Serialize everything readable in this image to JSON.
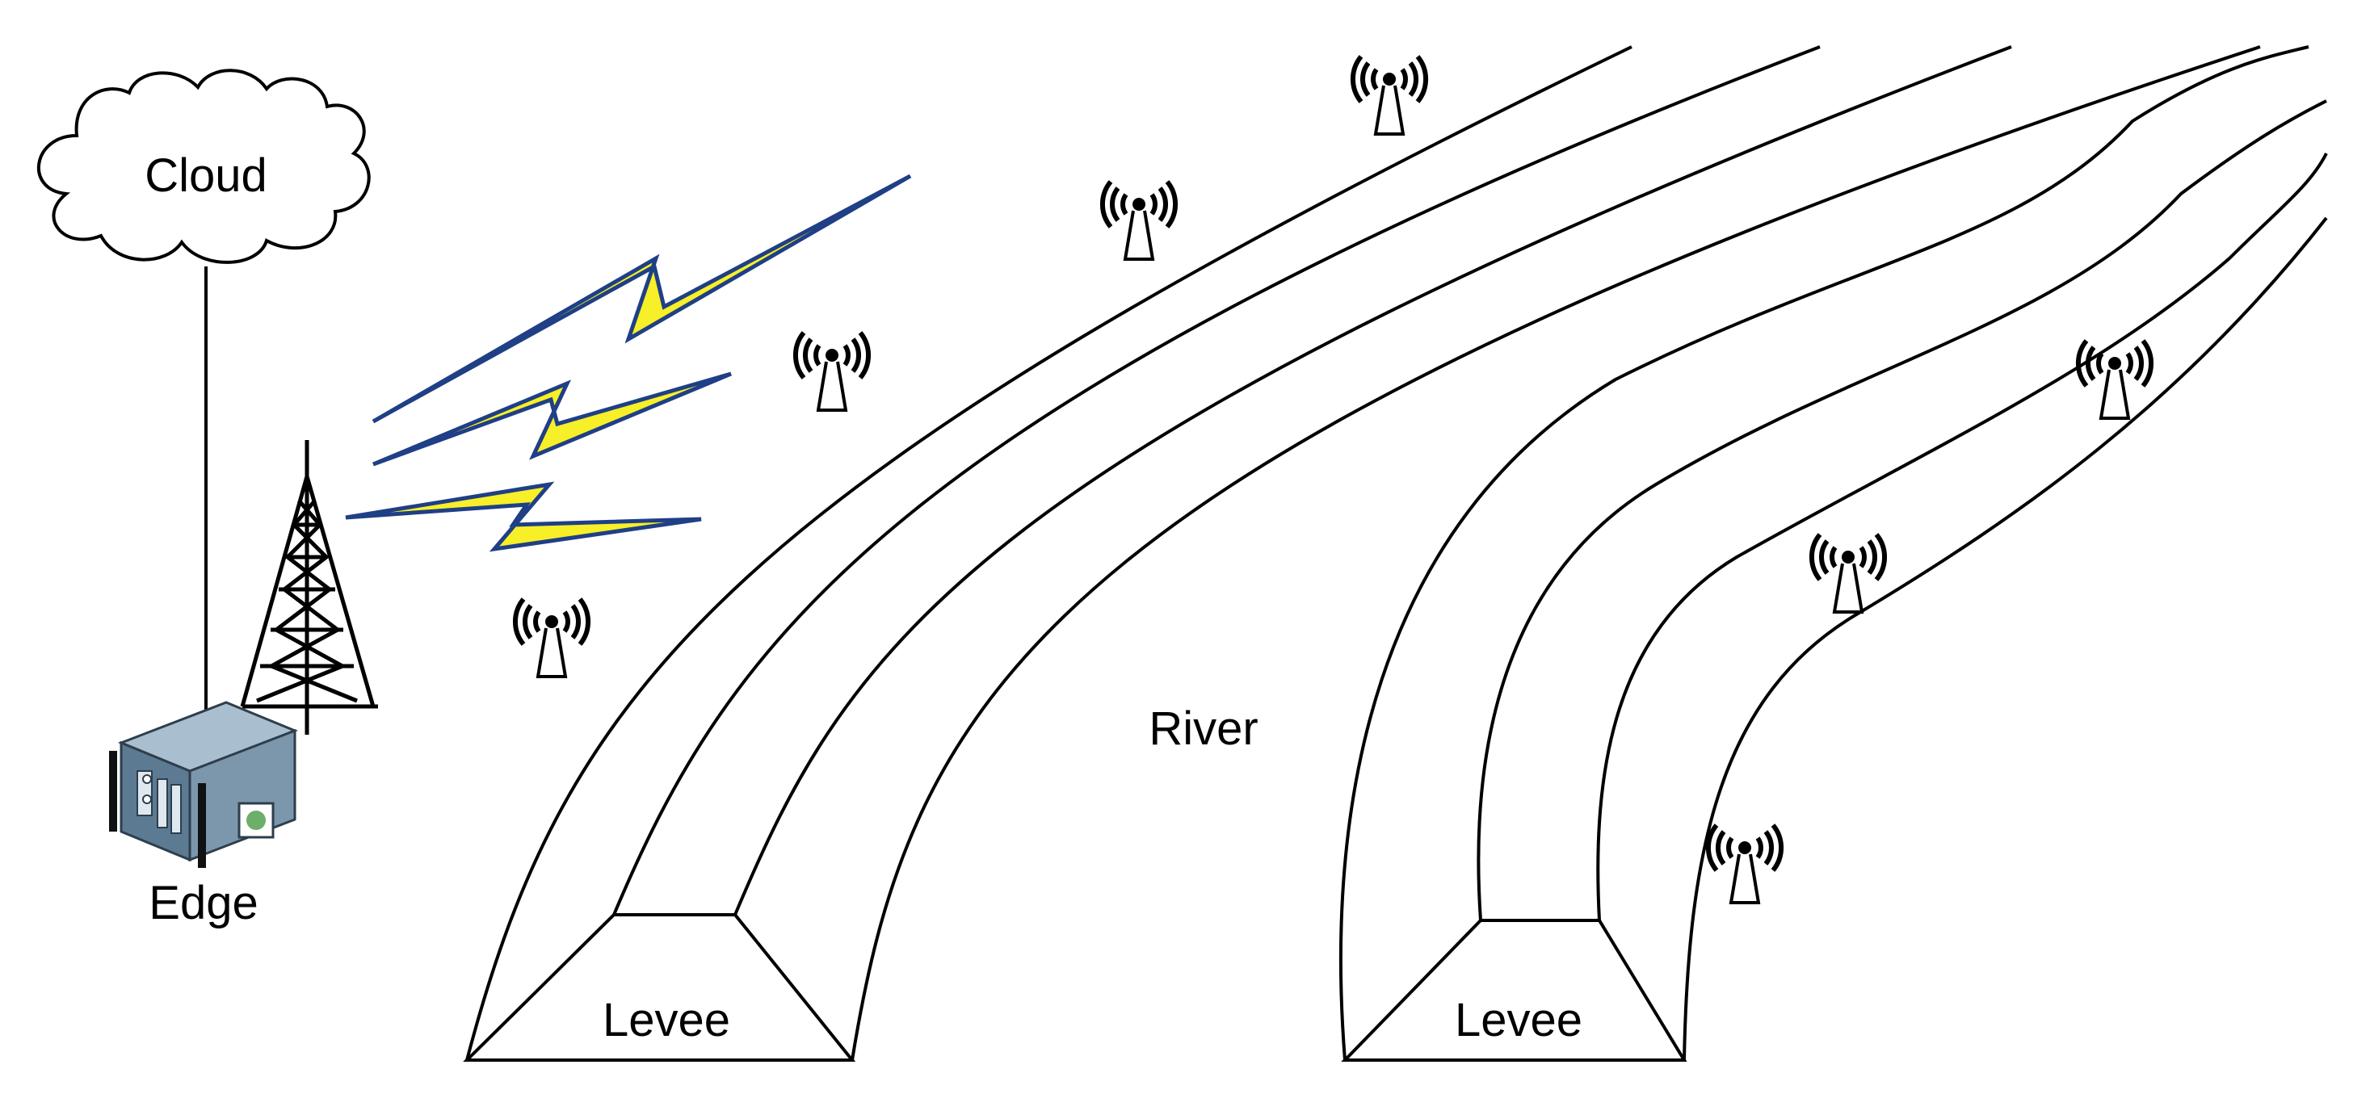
{
  "labels": {
    "cloud": "Cloud",
    "edge": "Edge",
    "river": "River",
    "levee_left": "Levee",
    "levee_right": "Levee"
  },
  "icons": {
    "cloud": "cloud-icon",
    "server": "edge-server-icon",
    "tower": "cell-tower-icon",
    "signal": "lightning-signal-icon",
    "sensor": "wireless-sensor-icon"
  },
  "colors": {
    "line": "#000000",
    "bolt_fill": "#f7ef28",
    "bolt_stroke": "#1f3f86",
    "server_body": "#5c7a92",
    "server_top": "#a9bfcf"
  }
}
